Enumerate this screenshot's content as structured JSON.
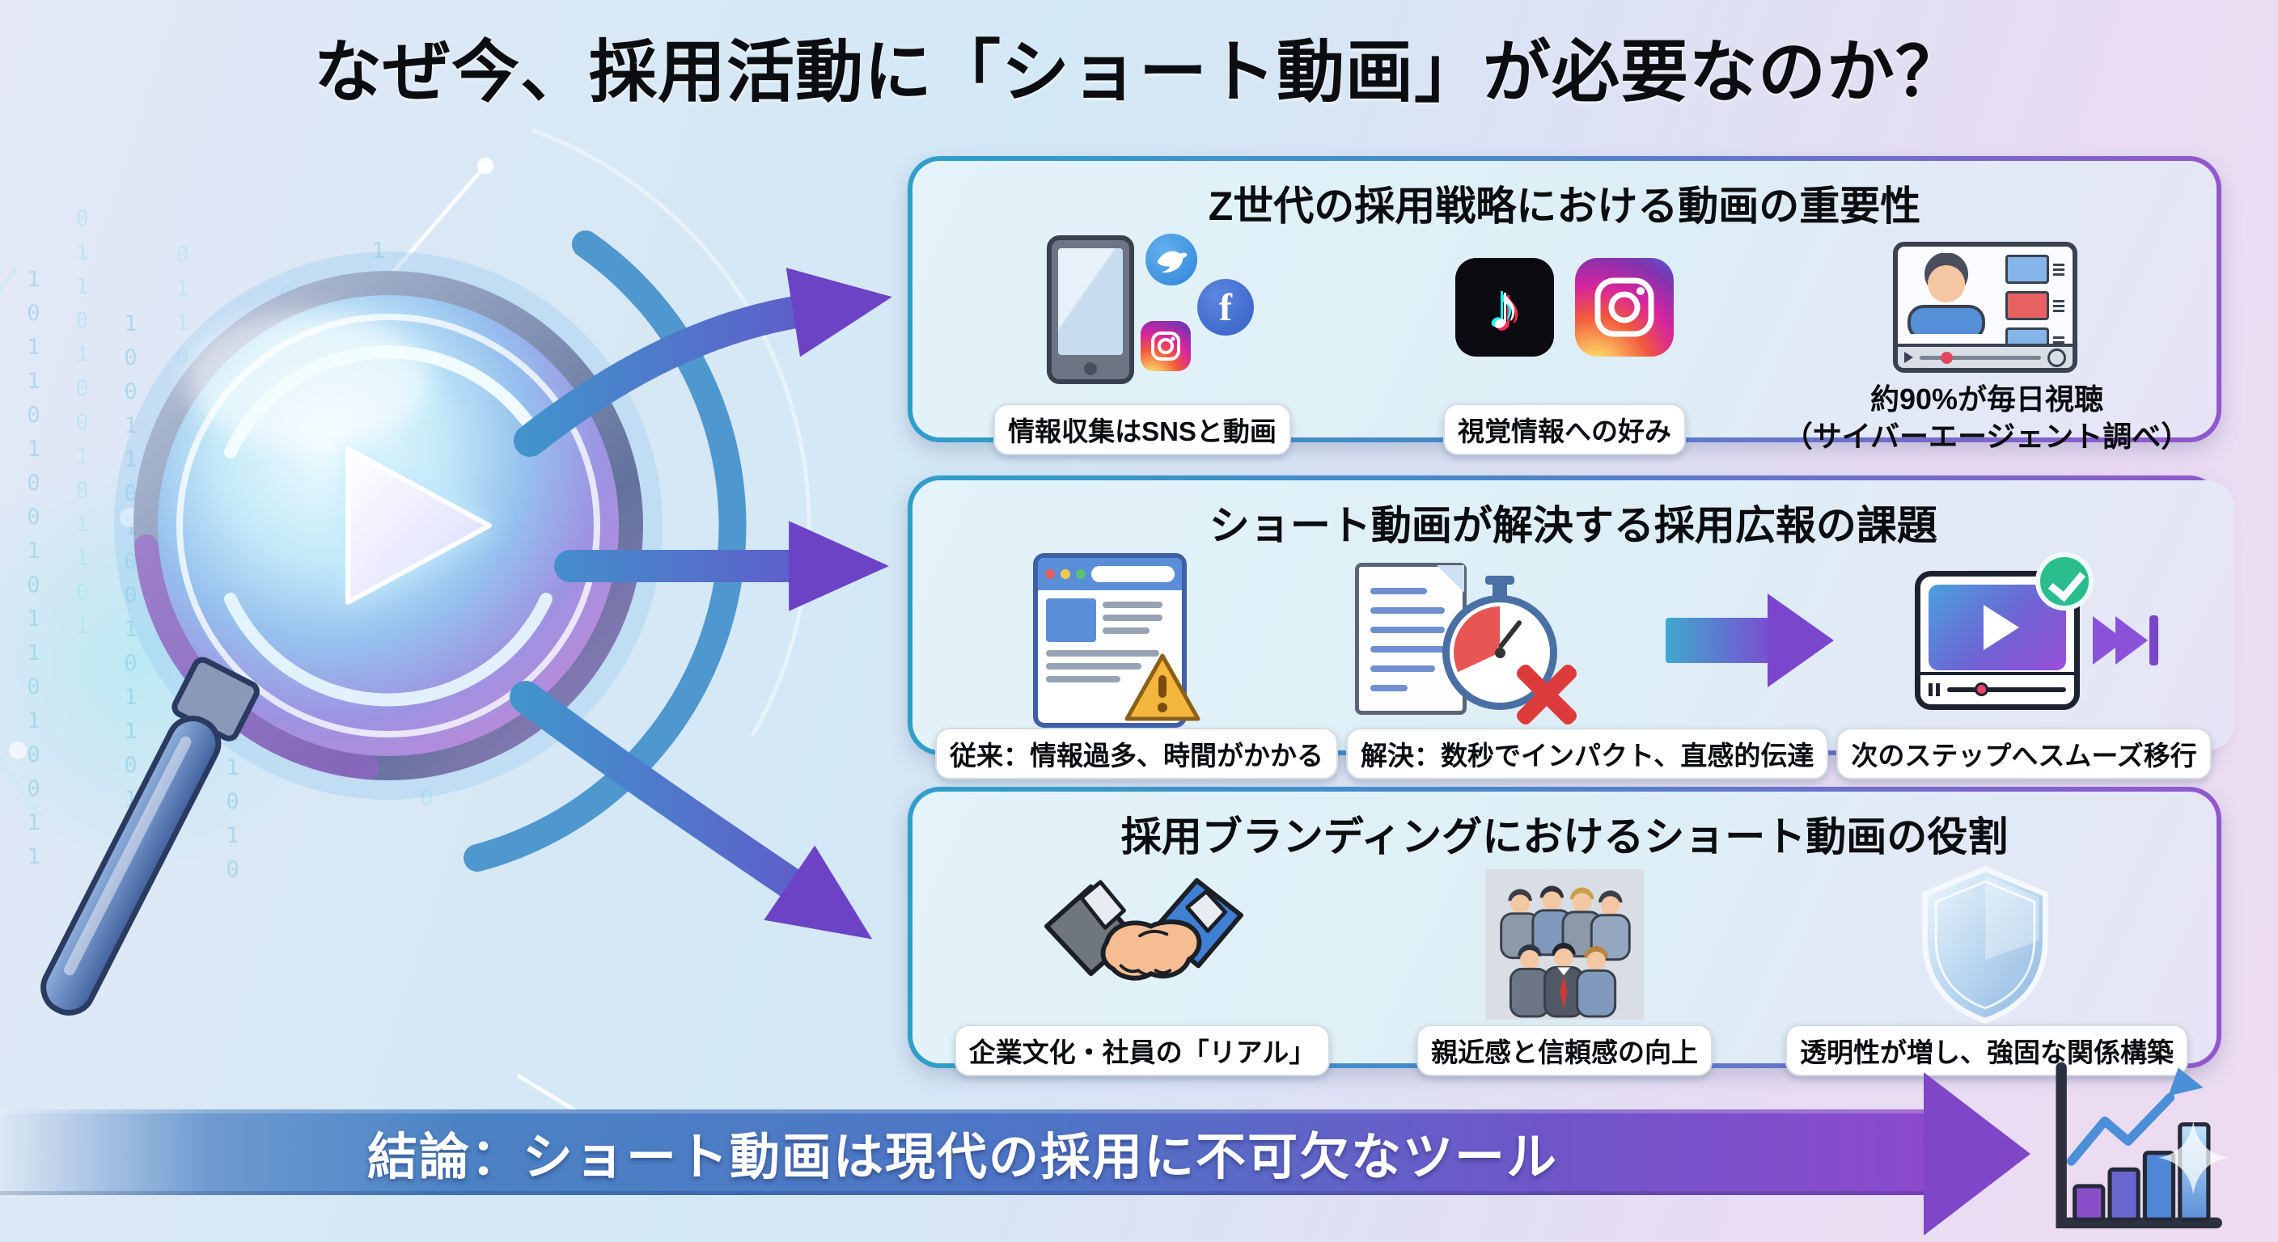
{
  "title": "なぜ今、採用活動に「ショート動画」が必要なのか？",
  "sections": [
    {
      "heading": "Z世代の採用戦略における動画の重要性",
      "items": [
        {
          "icon": "smartphone-sns-icon",
          "label": "情報収集はSNSと動画"
        },
        {
          "icon": "tiktok-instagram-icon",
          "label": "視覚情報への好み"
        },
        {
          "icon": "video-viewer-icon",
          "label": "約90%が毎日視聴",
          "sublabel": "（サイバーエージェント調べ）"
        }
      ]
    },
    {
      "heading": "ショート動画が解決する採用広報の課題",
      "items": [
        {
          "icon": "webpage-overload-icon",
          "label": "従来：情報過多、時間がかかる"
        },
        {
          "icon": "document-stopwatch-icon",
          "label": "解決：数秒でインパクト、直感的伝達"
        },
        {
          "icon": "short-video-success-icon",
          "label": "次のステップへスムーズ移行"
        }
      ]
    },
    {
      "heading": "採用ブランディングにおけるショート動画の役割",
      "items": [
        {
          "icon": "handshake-icon",
          "label": "企業文化・社員の「リアル」"
        },
        {
          "icon": "team-people-icon",
          "label": "親近感と信頼感の向上"
        },
        {
          "icon": "shield-icon",
          "label": "透明性が増し、強固な関係構築"
        }
      ]
    }
  ],
  "conclusion": {
    "text": "結論：ショート動画は現代の採用に不可欠なツール"
  },
  "glyphs": {
    "facebook_letter": "f",
    "tiktok_note": "♪"
  },
  "palette": {
    "box_border_teal": "#2f9fc9",
    "box_border_purple": "#9257cd",
    "banner_blue": "#4b82c4",
    "banner_purple": "#8b49cc",
    "arrow_blue": "#3e9bcd",
    "arrow_purple": "#6a46c8",
    "check_green": "#29bd8e",
    "warning_yellow": "#f5b63e",
    "error_red": "#dd3b3b",
    "tiktok_cyan": "#25f4ee",
    "tiktok_pink": "#fe2c55"
  },
  "decor": {
    "binary_columns": [
      "101101001011010011",
      "0110100101101",
      "10011010010110100",
      "011010010110",
      "1001011010011010",
      "0101101001011",
      "100101101001101",
      "01101001011010",
      "101001011010"
    ]
  }
}
